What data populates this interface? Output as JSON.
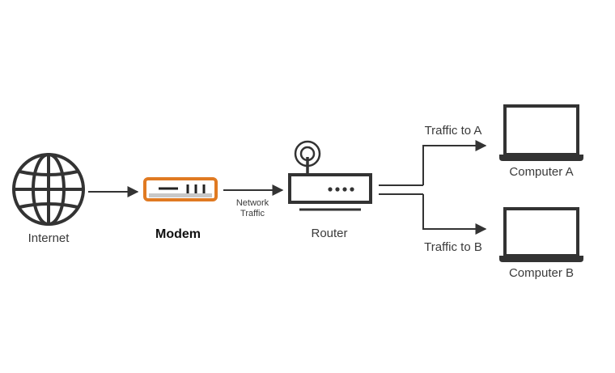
{
  "nodes": {
    "internet": {
      "label": "Internet",
      "icon": "globe-icon"
    },
    "modem": {
      "label": "Modem",
      "icon": "modem-icon"
    },
    "router": {
      "label": "Router",
      "icon": "router-icon"
    },
    "computer_a": {
      "label": "Computer A",
      "icon": "laptop-icon"
    },
    "computer_b": {
      "label": "Computer B",
      "icon": "laptop-icon"
    }
  },
  "edges": {
    "modem_to_router": {
      "label_line1": "Network",
      "label_line2": "Traffic"
    },
    "to_a": {
      "label": "Traffic to A"
    },
    "to_b": {
      "label": "Traffic to B"
    }
  },
  "colors": {
    "line": "#333333",
    "accent": "#E07A22",
    "modem_body": "#c8c8c8"
  }
}
